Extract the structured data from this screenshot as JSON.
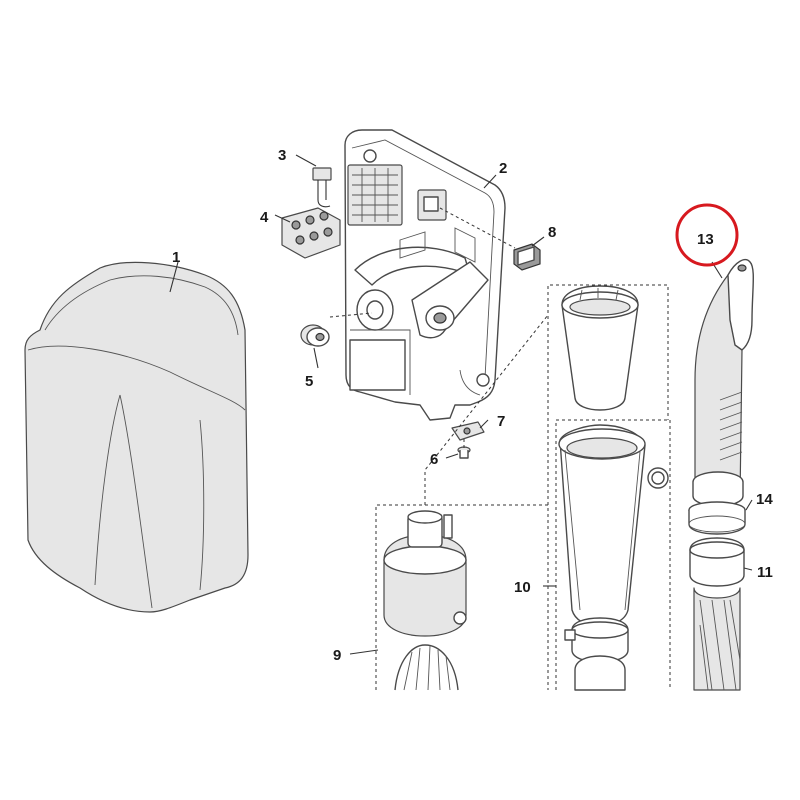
{
  "callouts": [
    {
      "id": "p1",
      "text": "1"
    },
    {
      "id": "p2",
      "text": "2"
    },
    {
      "id": "p3",
      "text": "3"
    },
    {
      "id": "p4",
      "text": "4"
    },
    {
      "id": "p5",
      "text": "5"
    },
    {
      "id": "p6",
      "text": "6"
    },
    {
      "id": "p7",
      "text": "7"
    },
    {
      "id": "p8",
      "text": "8"
    },
    {
      "id": "p9",
      "text": "9"
    },
    {
      "id": "p10",
      "text": "10"
    },
    {
      "id": "p11",
      "text": "11"
    },
    {
      "id": "p13",
      "text": "13"
    },
    {
      "id": "p14",
      "text": "14"
    }
  ],
  "highlight": {
    "part": "13",
    "color": "#d7191f"
  }
}
